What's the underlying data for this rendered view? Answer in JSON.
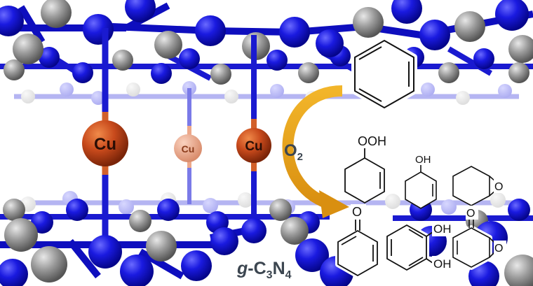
{
  "metal_labels": [
    "Cu",
    "Cu",
    "Cu"
  ],
  "oxidant": {
    "base": "O",
    "sub": "2"
  },
  "material": {
    "prefix": "g",
    "dash": "-C",
    "sub1": "3",
    "n": "N",
    "sub2": "4"
  },
  "molecule_labels": {
    "hydroperoxide": "OOH",
    "enol": "OH",
    "epoxide_o": "O",
    "ketone_o": "O",
    "diol_top": "OH",
    "diol_bottom": "OH",
    "epoxyketone_o1": "O",
    "epoxyketone_o2": "O"
  },
  "colors": {
    "nitrogen": "#1515d6",
    "carbon": "#8c8c8c",
    "copper": "#c84a1c",
    "copper_light": "#e8a58a",
    "arrow": "#e9a818",
    "bond_cu": "#d2602a",
    "text_dark": "#3c4650"
  }
}
